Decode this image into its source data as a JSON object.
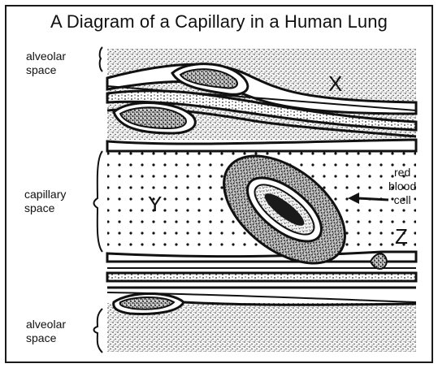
{
  "title": "A Diagram of a Capillary in a Human Lung",
  "labels": {
    "alveolar_top": [
      "alveolar",
      "space"
    ],
    "capillary": [
      "capillary",
      "space"
    ],
    "alveolar_bottom": [
      "alveolar",
      "space"
    ],
    "red_blood_cell": [
      "red",
      "blood",
      "cell"
    ]
  },
  "letters": {
    "x": "X",
    "y": "Y",
    "z": "Z"
  }
}
